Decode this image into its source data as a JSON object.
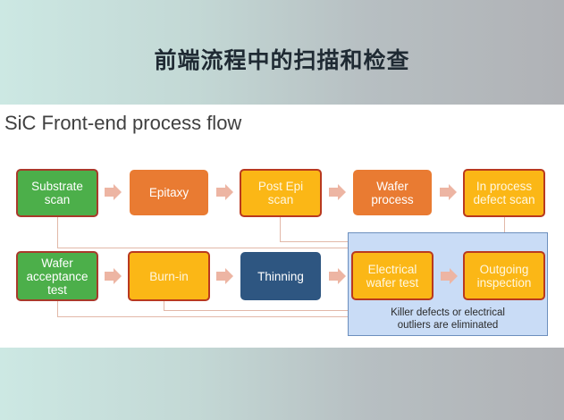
{
  "header": {
    "title": "前端流程中的扫描和检查"
  },
  "slide": {
    "title": "SiC Front-end process flow",
    "row1": [
      {
        "label": "Substrate\nscan",
        "style": "green"
      },
      {
        "label": "Epitaxy",
        "style": "orange"
      },
      {
        "label": "Post Epi\nscan",
        "style": "yellow"
      },
      {
        "label": "Wafer\nprocess",
        "style": "orange"
      },
      {
        "label": "In process\ndefect scan",
        "style": "yellow"
      }
    ],
    "row2": [
      {
        "label": "Wafer\nacceptance\ntest",
        "style": "green"
      },
      {
        "label": "Burn-in",
        "style": "yellow"
      },
      {
        "label": "Thinning",
        "style": "navy"
      },
      {
        "label": "Electrical\nwafer test",
        "style": "yellow"
      },
      {
        "label": "Outgoing\ninspection",
        "style": "yellow"
      }
    ],
    "note": "Killer defects or electrical\noutliers are eliminated"
  },
  "colors": {
    "green": "#4caf4a",
    "orange": "#e97b32",
    "yellow": "#fbb716",
    "navy": "#2e5681",
    "box_border": "#b9391f",
    "arrow": "#edb5a3",
    "group_fill": "#c9dcf6",
    "group_border": "#6c8fbe"
  }
}
